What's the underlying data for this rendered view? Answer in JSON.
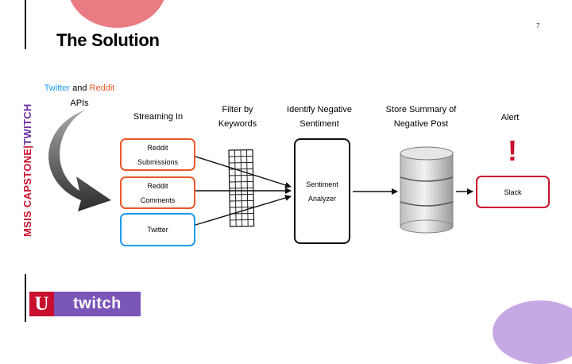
{
  "slide": {
    "number": "7",
    "title": "The Solution",
    "side_label_part1": "MSIS CAPSTONE",
    "side_label_sep": "|",
    "side_label_part2": "TWITCH",
    "brand": {
      "u": "U",
      "word": "twitch"
    }
  },
  "colors": {
    "twitter": "#1d9bf0",
    "reddit": "#e8582b",
    "utah_red": "#c8102e",
    "twitch_purple": "#7a55b8"
  },
  "sources_title": {
    "twitter": "Twitter",
    "and": "and",
    "reddit": "Reddit",
    "apis": "APIs"
  },
  "columns": {
    "streaming": "Streaming In",
    "filter_1": "Filter by",
    "filter_2": "Keywords",
    "identify_1": "Identify Negative",
    "identify_2": "Sentiment",
    "store_1": "Store Summary of",
    "store_2": "Negative Post",
    "alert": "Alert"
  },
  "sources": {
    "reddit_submissions_1": "Reddit",
    "reddit_submissions_2": "Submissions",
    "reddit_comments_1": "Reddit",
    "reddit_comments_2": "Comments",
    "twitter": "Twitter"
  },
  "analyzer": {
    "line1": "Sentiment",
    "line2": "Analyzer"
  },
  "alert": {
    "symbol": "!",
    "target": "Slack"
  }
}
